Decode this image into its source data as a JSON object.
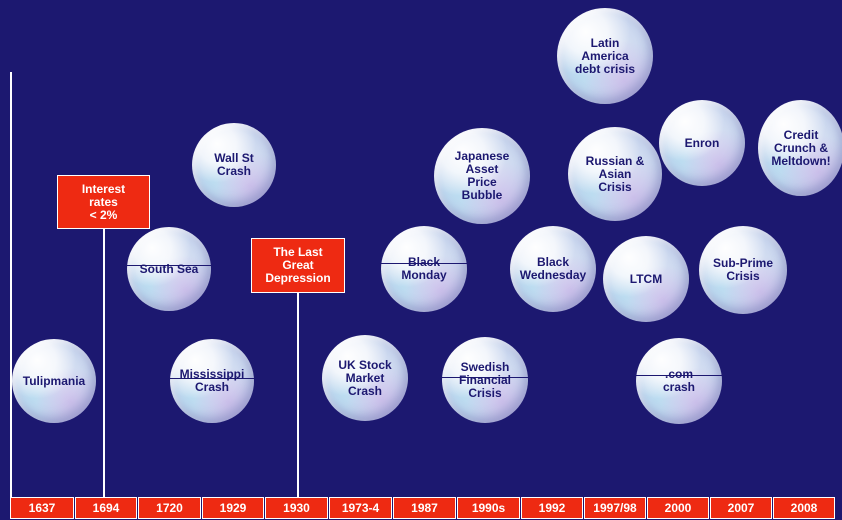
{
  "colors": {
    "background": "#1c1870",
    "accent": "#ee2a12",
    "text_dark": "#1c1870",
    "line": "#ffffff"
  },
  "timeline": {
    "years": [
      "1637",
      "1694",
      "1720",
      "1929",
      "1930",
      "1973-4",
      "1987",
      "1990s",
      "1992",
      "1997/98",
      "2000",
      "2007",
      "2008"
    ]
  },
  "bubbles": {
    "tulipmania": "Tulipmania",
    "south_sea": "South Sea",
    "mississippi": "Mississippi\nCrash",
    "wall_st": "Wall St\nCrash",
    "uk_stock": "UK Stock\nMarket\nCrash",
    "black_monday": "Black\nMonday",
    "japanese": "Japanese\nAsset\nPrice\nBubble",
    "swedish": "Swedish\nFinancial\nCrisis",
    "black_wednesday": "Black\nWednesday",
    "latin_america": "Latin\nAmerica\ndebt crisis",
    "russian_asian": "Russian &\nAsian\nCrisis",
    "ltcm": "LTCM",
    "dotcom": ".com\ncrash",
    "enron": "Enron",
    "sub_prime": "Sub-Prime\nCrisis",
    "credit_crunch": "Credit\nCrunch &\nMeltdown!"
  },
  "callouts": {
    "interest_rates": "Interest\nrates\n< 2%",
    "last_depression": "The Last\nGreat\nDepression"
  }
}
